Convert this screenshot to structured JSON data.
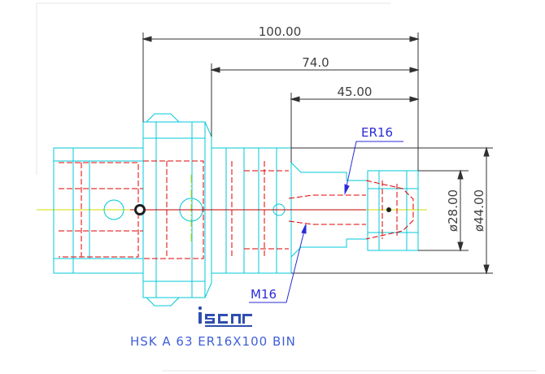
{
  "dimensions": {
    "total_length": "100.00",
    "mid_length": "74.0",
    "short_length": "45.00",
    "collet_diameter": "ø28.00",
    "flange_diameter": "ø44.00"
  },
  "callouts": {
    "collet": "ER16",
    "thread": "M16"
  },
  "brand": {
    "logo_text": "iscar"
  },
  "part_number": "HSK A 63 ER16X100 BIN",
  "colors": {
    "body_outline": "#00c8d8",
    "hidden_lines": "#e00000",
    "dimension_lines": "#303030",
    "callout_lines": "#2b2bd9",
    "centerline": "#d8d800",
    "brand": "#2f4fb0"
  }
}
